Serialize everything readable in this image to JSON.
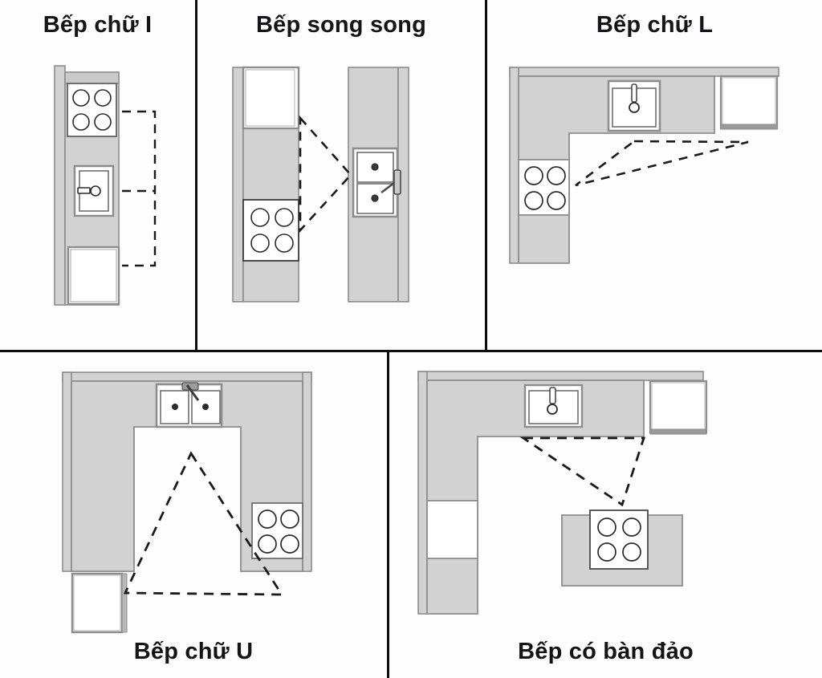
{
  "page": {
    "background_color": "#fdfdfd",
    "line_color": "#0d0d0d",
    "counter_fill": "#d2d2d2",
    "counter_stroke": "#8d8d8d",
    "appliance_fill": "#ffffff",
    "appliance_stroke": "#555555",
    "dashed_color": "#1a1a1a"
  },
  "panels": [
    {
      "id": "bep-chu-i",
      "title": "Bếp chữ I",
      "title_position": "top",
      "layout_type": "single-wall",
      "elements": [
        "wall",
        "upper-counter",
        "cooktop",
        "sink",
        "refrigerator",
        "work-triangle"
      ],
      "appliances": {
        "cooktop_burners": 4,
        "sink_bowls": 1,
        "refrigerator": 1
      }
    },
    {
      "id": "bep-song-song",
      "title": "Bếp song song",
      "title_position": "top",
      "layout_type": "galley",
      "elements": [
        "left-wall",
        "right-wall",
        "refrigerator",
        "cooktop",
        "sink",
        "work-triangle"
      ],
      "appliances": {
        "cooktop_burners": 4,
        "sink_bowls": 2,
        "refrigerator": 1
      }
    },
    {
      "id": "bep-chu-l",
      "title": "Bếp chữ L",
      "title_position": "top",
      "layout_type": "l-shaped",
      "elements": [
        "top-counter",
        "left-counter",
        "sink",
        "refrigerator",
        "cooktop",
        "work-triangle"
      ],
      "appliances": {
        "cooktop_burners": 4,
        "sink_bowls": 1,
        "refrigerator": 1
      }
    },
    {
      "id": "bep-chu-u",
      "title": "Bếp chữ U",
      "title_position": "bottom",
      "layout_type": "u-shaped",
      "elements": [
        "top-counter",
        "left-counter",
        "right-counter",
        "sink",
        "refrigerator",
        "cooktop",
        "work-triangle"
      ],
      "appliances": {
        "cooktop_burners": 4,
        "sink_bowls": 2,
        "refrigerator": 1
      }
    },
    {
      "id": "bep-co-ban-dao",
      "title": "Bếp có bàn đảo",
      "title_position": "bottom",
      "layout_type": "l-shaped-with-island",
      "elements": [
        "top-counter",
        "left-counter",
        "sink",
        "refrigerator",
        "island",
        "cooktop",
        "work-triangle"
      ],
      "appliances": {
        "cooktop_burners": 4,
        "sink_bowls": 1,
        "refrigerator": 1,
        "island": 1
      }
    }
  ]
}
